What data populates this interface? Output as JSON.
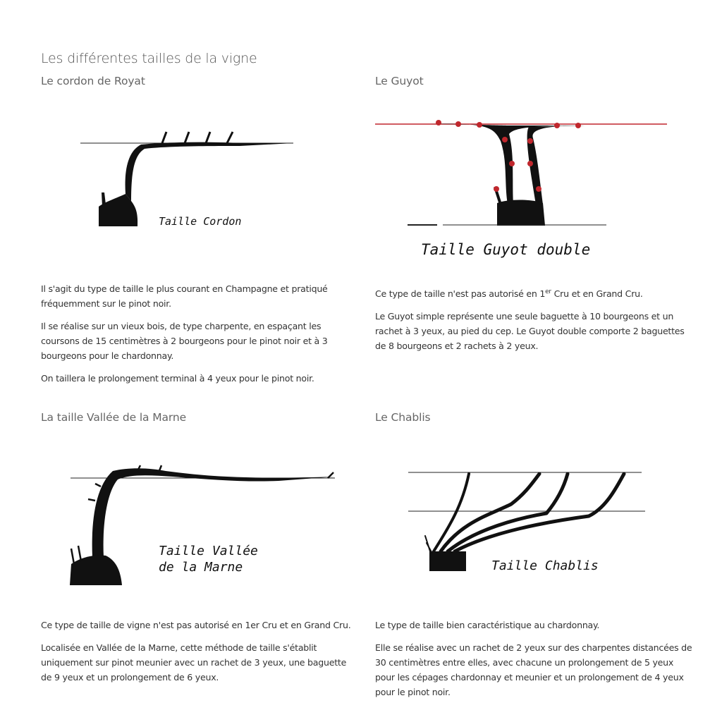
{
  "page_title": "Les différentes tailles de la vigne",
  "sections": [
    {
      "heading": "Le cordon de Royat",
      "figure_label": "Taille Cordon",
      "paragraphs": [
        "Il s'agit du type de taille le plus courant en Champagne et pratiqué fréquemment sur le pinot noir.",
        "Il se réalise sur un vieux bois, de type charpente, en espaçant les coursons de 15 centimètres à 2 bourgeons pour le pinot noir et à 3 bourgeons pour le chardonnay.",
        "On taillera le prolongement terminal à 4 yeux pour le pinot noir."
      ]
    },
    {
      "heading": "Le Guyot",
      "figure_label": "Taille Guyot double",
      "p1_before": "Ce type de taille n'est pas autorisé en 1",
      "p1_sup": "er",
      "p1_after": " Cru et en Grand Cru.",
      "paragraphs": [
        "Le Guyot simple représente une seule baguette à 10 bourgeons et un rachet à 3 yeux, au pied du cep. Le Guyot double comporte 2 baguettes de 8 bourgeons et 2 rachets à 2 yeux."
      ]
    },
    {
      "heading": "La taille Vallée de la Marne",
      "figure_label_1": "Taille Vallée",
      "figure_label_2": "de la Marne",
      "paragraphs": [
        "Ce type de taille de vigne n'est pas autorisé en 1er Cru et en Grand Cru.",
        "Localisée en Vallée de la Marne, cette méthode de taille s'établit uniquement sur pinot meunier avec un rachet de 3 yeux, une baguette de 9 yeux et un prolongement de 6 yeux."
      ]
    },
    {
      "heading": "Le Chablis",
      "figure_label": "Taille Chablis",
      "paragraphs": [
        "Le type de taille bien caractéristique au chardonnay.",
        "Elle se réalise avec un rachet de 2 yeux sur des charpentes distancées de 30 centimètres entre elles, avec chacune un prolongement de 5 yeux pour les cépages chardonnay et meunier et un prolongement de 4 yeux pour le pinot noir."
      ]
    }
  ],
  "colors": {
    "bud_red": "#c0272d",
    "ink": "#111111"
  }
}
